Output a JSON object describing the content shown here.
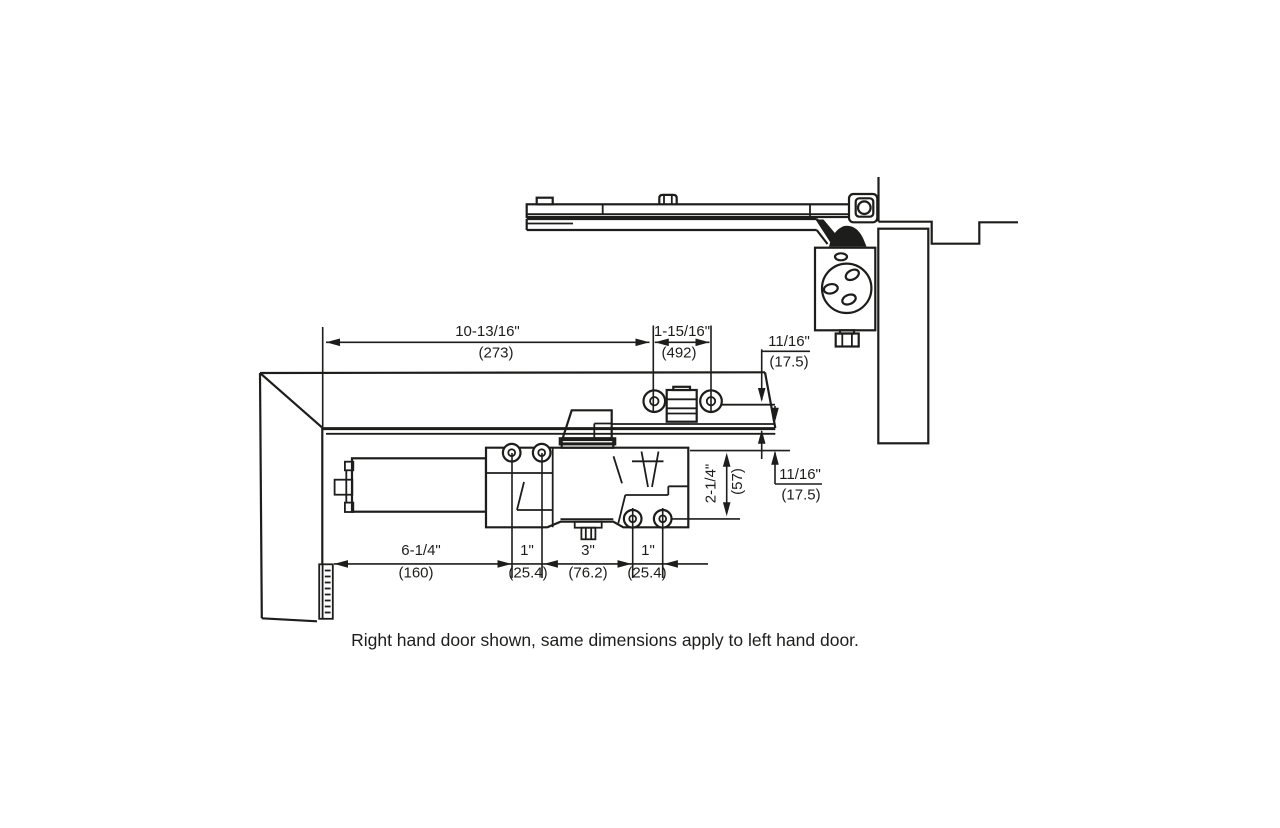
{
  "page": {
    "background": "#ffffff",
    "ink": "#1d1d1b",
    "type_label": "door-closer-installation-drawing"
  },
  "caption": "Right hand door shown, same dimensions apply to left hand door.",
  "dims": {
    "overall_track": {
      "in": "10-13/16\"",
      "mm": "(273)"
    },
    "arm_pivot": {
      "in": "1-15/16\"",
      "mm": "(492)"
    },
    "clearance_top": {
      "in": "11/16\"",
      "mm": "(17.5)"
    },
    "clearance_bottom": {
      "in": "11/16\"",
      "mm": "(17.5)"
    },
    "body_height": {
      "in": "2-1/4\"",
      "mm": "(57)"
    },
    "frame_to_screw": {
      "in": "6-1/4\"",
      "mm": "(160)"
    },
    "screw_gap_left": {
      "in": "1\"",
      "mm": "(25.4)"
    },
    "screw_gap_center": {
      "in": "3\"",
      "mm": "(76.2)"
    },
    "screw_gap_right": {
      "in": "1\"",
      "mm": "(25.4)"
    }
  }
}
